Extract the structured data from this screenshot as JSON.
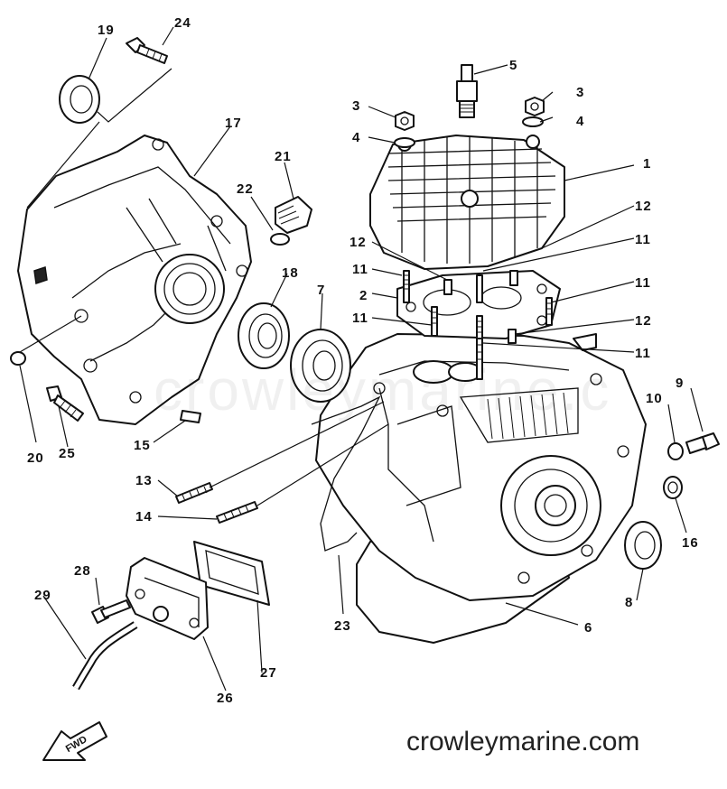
{
  "watermark_text": "crowleymarine.c",
  "credit_text": "crowleymarine.com",
  "fwd_label": "FWD",
  "callouts": [
    {
      "id": "c1",
      "text": "1"
    },
    {
      "id": "c2",
      "text": "2"
    },
    {
      "id": "c3a",
      "text": "3"
    },
    {
      "id": "c3b",
      "text": "3"
    },
    {
      "id": "c4a",
      "text": "4"
    },
    {
      "id": "c4b",
      "text": "4"
    },
    {
      "id": "c5",
      "text": "5"
    },
    {
      "id": "c6",
      "text": "6"
    },
    {
      "id": "c7",
      "text": "7"
    },
    {
      "id": "c8",
      "text": "8"
    },
    {
      "id": "c9",
      "text": "9"
    },
    {
      "id": "c10",
      "text": "10"
    },
    {
      "id": "c11a",
      "text": "11"
    },
    {
      "id": "c11b",
      "text": "11"
    },
    {
      "id": "c11c",
      "text": "11"
    },
    {
      "id": "c11d",
      "text": "11"
    },
    {
      "id": "c11e",
      "text": "11"
    },
    {
      "id": "c11f",
      "text": "11"
    },
    {
      "id": "c12a",
      "text": "12"
    },
    {
      "id": "c12b",
      "text": "12"
    },
    {
      "id": "c12c",
      "text": "12"
    },
    {
      "id": "c13",
      "text": "13"
    },
    {
      "id": "c14",
      "text": "14"
    },
    {
      "id": "c15",
      "text": "15"
    },
    {
      "id": "c16",
      "text": "16"
    },
    {
      "id": "c17",
      "text": "17"
    },
    {
      "id": "c18",
      "text": "18"
    },
    {
      "id": "c19",
      "text": "19"
    },
    {
      "id": "c20",
      "text": "20"
    },
    {
      "id": "c21",
      "text": "21"
    },
    {
      "id": "c22",
      "text": "22"
    },
    {
      "id": "c23",
      "text": "23"
    },
    {
      "id": "c24",
      "text": "24"
    },
    {
      "id": "c25",
      "text": "25"
    },
    {
      "id": "c26",
      "text": "26"
    },
    {
      "id": "c27",
      "text": "27"
    },
    {
      "id": "c28",
      "text": "28"
    },
    {
      "id": "c29",
      "text": "29"
    }
  ]
}
